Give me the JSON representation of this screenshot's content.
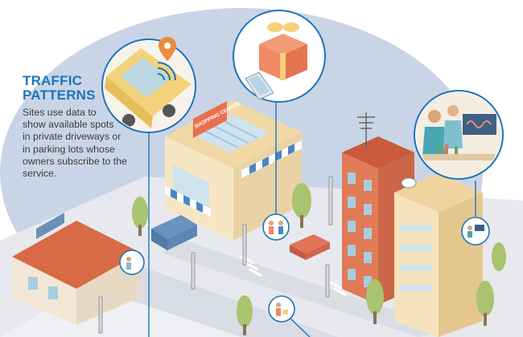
{
  "caption": {
    "title_line1": "TRAFFIC",
    "title_line2": "PATTERNS",
    "body_lines": [
      "Sites use data to",
      "show available spots",
      "in private driveways or",
      "in parking lots whose",
      "owners subscribe to the",
      "service."
    ]
  },
  "scene": {
    "shop_sign": "SHOPPING CENTER"
  },
  "colors": {
    "sky": "#c9d5e6",
    "accent_blue": "#1a76bd",
    "pin": "#ec8a3f",
    "ground": "#e6e8ec",
    "grass": "#cfe0a4",
    "brick": "#e07a57",
    "cream": "#f6e3bd"
  },
  "icons": [
    "location-pin-icon",
    "wifi-signal-icon",
    "gift-box-icon",
    "smartphone-icon"
  ]
}
